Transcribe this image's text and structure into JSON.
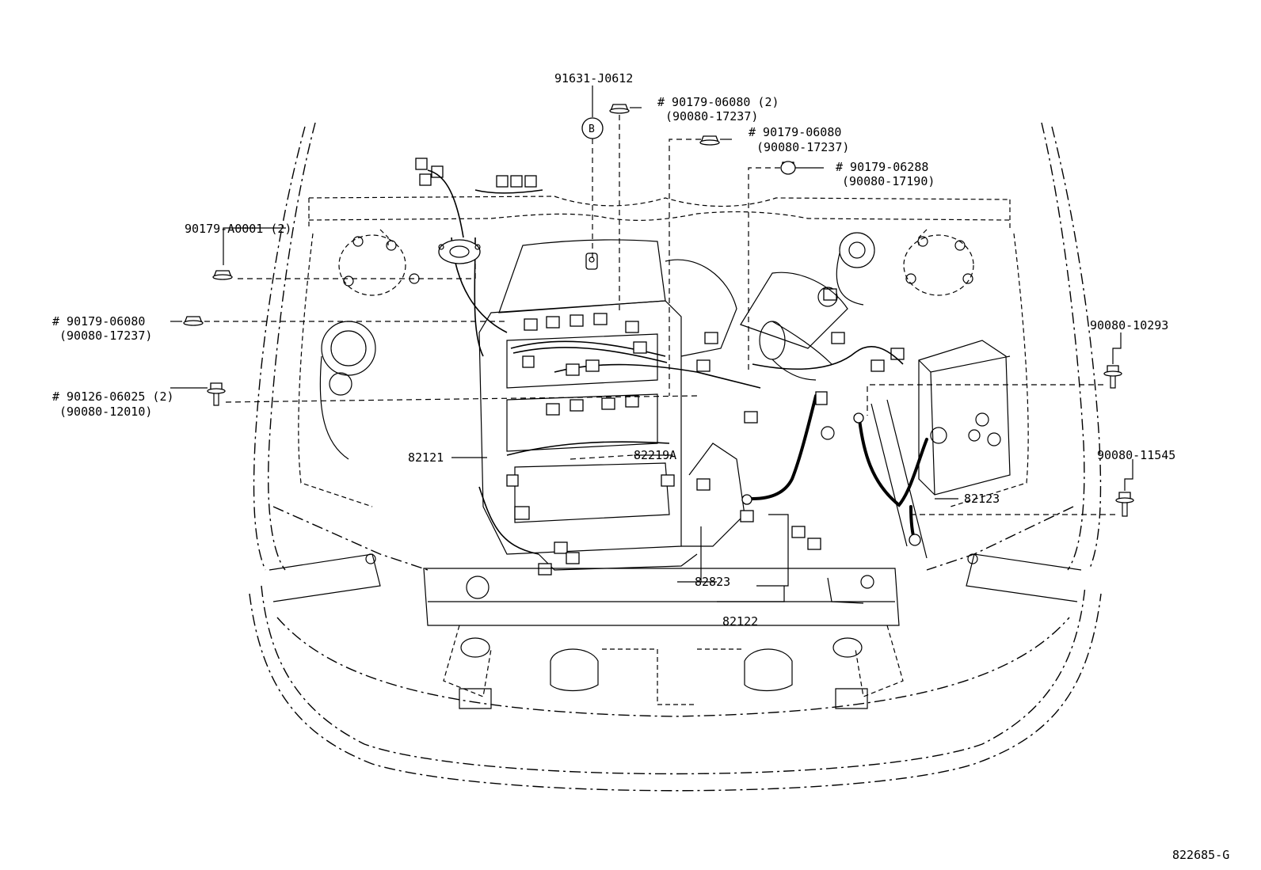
{
  "labels": {
    "p91631": "91631-J0612",
    "circleB": "B",
    "p90179_06080_2": "# 90179-06080 (2)",
    "p90080_17237_a": "(90080-17237)",
    "p90179_06080_b": "# 90179-06080",
    "p90080_17237_b": "(90080-17237)",
    "p90179_06288": "# 90179-06288",
    "p90080_17190": "(90080-17190)",
    "p90179_A0001": "90179-A0001 (2)",
    "p90179_06080_c": "# 90179-06080",
    "p90080_17237_c": "(90080-17237)",
    "p90126_06025": "# 90126-06025 (2)",
    "p90080_12010": "(90080-12010)",
    "p90080_10293": "90080-10293",
    "p90080_11545": "90080-11545",
    "p82121": "82121",
    "p82219A": "82219A",
    "p82123": "82123",
    "p82823": "82823",
    "p82122": "82122",
    "figure_id": "822685-G"
  }
}
